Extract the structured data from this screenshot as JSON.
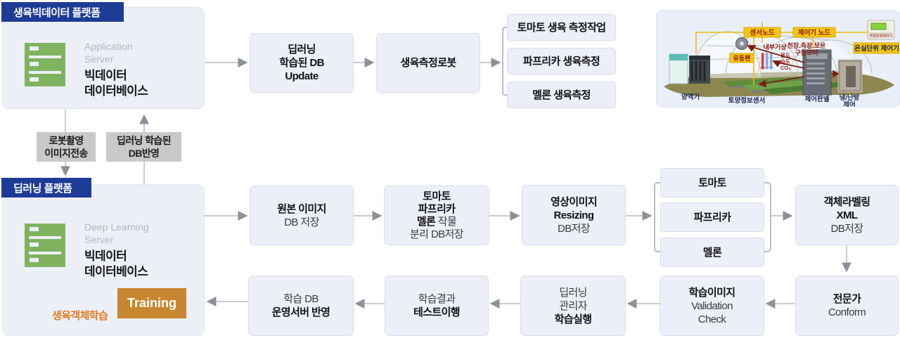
{
  "colors": {
    "header_blue": "#1e3b96",
    "panel_bg": "#edeff7",
    "flow_box_bg": "#edeff8",
    "box_border": "#d9dce8",
    "arrow_line": "#c9cbd1",
    "arrow_head": "#8d9099",
    "dark_arrow": "#4d5f66",
    "training_orange": "#c8862f",
    "loop_text_orange": "#e07d1f",
    "server_green": "#7fb360",
    "gray_label_bg": "#c9c9c9",
    "yellow_label_bg": "#f6c513",
    "greenhouse_label_red": "#8c1a10"
  },
  "platform_big_data": {
    "header": "생육빅데이터 플랫폼",
    "server_type": "Application\nServer",
    "server_name": "빅데이터\n데이터베이스"
  },
  "platform_deep_learning": {
    "header": "딥러닝 플랫폼",
    "server_type": "Deep Learning\nServer",
    "server_name": "빅데이터\n데이터베이스",
    "training_label": "Training",
    "loop_label": "생육객체학습"
  },
  "transfer": {
    "robot_upload": "로봇촬영\n이미지전송",
    "db_apply": "딥러닝 학습된\nDB반영"
  },
  "flow": {
    "row1": {
      "dl_update": {
        "l1": "딥러닝",
        "l2": "학습된 DB",
        "l3": "Update"
      },
      "robot": "생육측정로봇",
      "measure_tomato": "토마토 생육 측정작업",
      "measure_paprika": "파프리카 생육측정",
      "measure_melon": "멜론 생육측정"
    },
    "row2": {
      "original": {
        "l1": "원본 이미지",
        "l2": "DB 저장"
      },
      "split": {
        "l1": "토마토",
        "l2": "파프리카",
        "l3b": "멜론",
        "l3r": " 작물",
        "l4": "분리 DB저장"
      },
      "resizing": {
        "l1": "영상이미지",
        "l2": "Resizing",
        "l3": "DB저장"
      },
      "crop_tomato": "토마토",
      "crop_paprika": "파프리카",
      "crop_melon": "멜론",
      "labeling": {
        "l1": "객체라벨링",
        "l2": "XML",
        "l3": "DB저장"
      }
    },
    "row3": {
      "expert": {
        "l1": "전문가",
        "l2": "Conform"
      },
      "validation": {
        "l1": "학습이미지",
        "l2": "Validation",
        "l3": "Check"
      },
      "run": {
        "l1": "딥러닝",
        "l2": "관리자",
        "l3": "학습실행"
      },
      "test": {
        "l1": "학습결과",
        "l2": "테스트이행"
      },
      "deploy": {
        "l1": "학습 DB",
        "l2": "운영서버 반영"
      }
    }
  },
  "greenhouse": {
    "sensor_node": "센서노드",
    "controller_node": "제어기 노드",
    "unit_controller": "온실단위 제어기",
    "device_caption": "복합환경제어기",
    "indoor_weather": "내부기상",
    "motor_line1": "천장.측장.보온",
    "motor_line2": "구동모터",
    "fan": "유동팬",
    "temp": "온도",
    "humidity": "습도",
    "co2": "CO₂",
    "nutrient": "양액기",
    "soil_sensor": "토양정보센서",
    "control_panel": "제어판넬",
    "hvac_line1": "냉/난방",
    "hvac_line2": "제어"
  }
}
